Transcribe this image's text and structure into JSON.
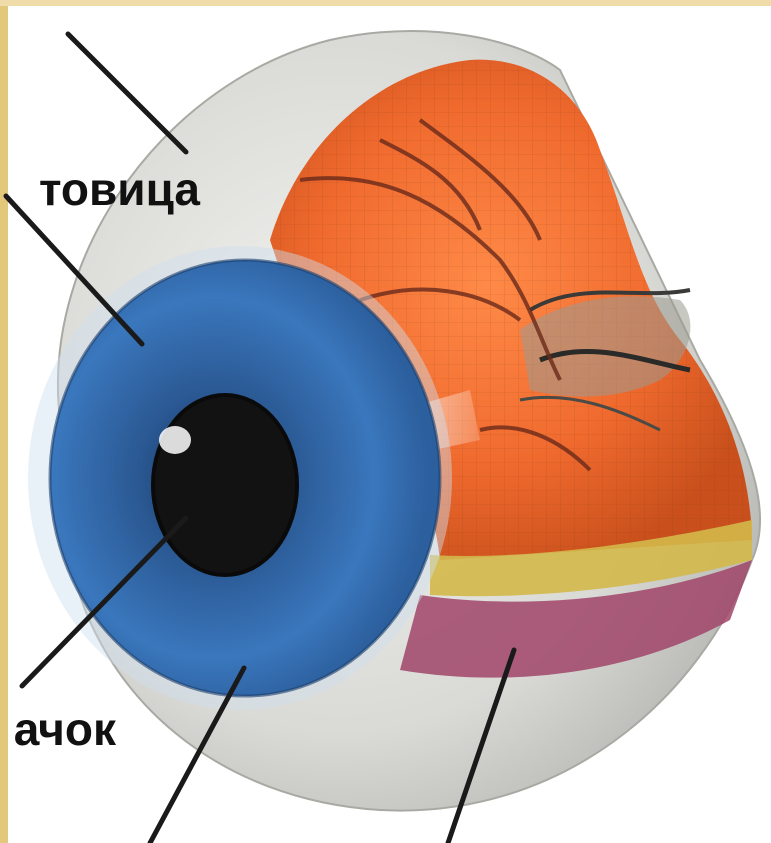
{
  "labels": {
    "top_partial": "товица",
    "bottom_partial": "ачок"
  },
  "colors": {
    "sclera": "#dcdcd8",
    "iris": "#2f65a6",
    "pupil": "#121212",
    "retina": "#f06a2e",
    "choroid_band": "#d3b84a",
    "ciliary_band": "#a04468",
    "leader_lines": "#1a1a1a",
    "frame": "#e3c77a"
  },
  "icons": [
    "eyeball-cross-section-illustration"
  ]
}
